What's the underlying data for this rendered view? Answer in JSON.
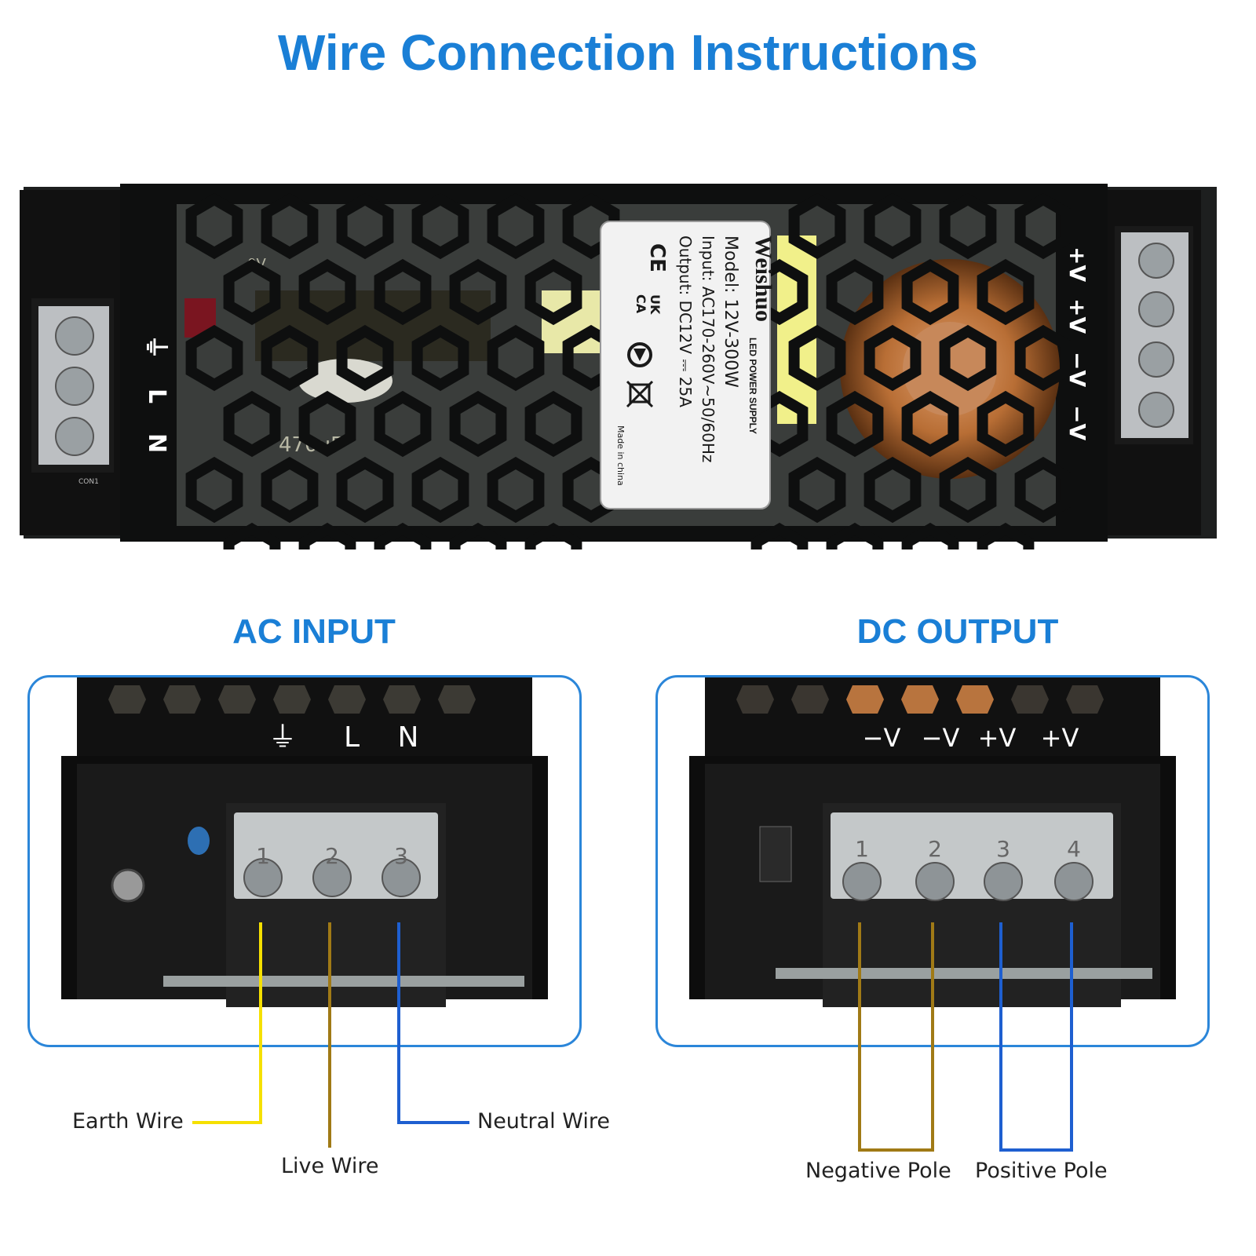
{
  "title": "Wire Connection Instructions",
  "colors": {
    "accent": "#1a7fd6",
    "panel_border": "#2b86d9",
    "earth_wire": "#f5e000",
    "live_wire": "#a07a16",
    "neutral_wire": "#1e5fd0",
    "negative_wire": "#a07a16",
    "positive_wire": "#1e5fd0"
  },
  "device": {
    "label": {
      "brand": "Weishuo",
      "product": "LED POWER SUPPLY",
      "model": "Model: 12V-300W",
      "input": "Input: AC170-260V~50/60Hz",
      "output": "Output: DC12V ⎓ 25A",
      "ce": "CE",
      "ukca_top": "UK",
      "ukca_bottom": "CA",
      "made_in": "Made in china"
    },
    "ac_terminals": [
      "⏚",
      "L",
      "N"
    ],
    "dc_terminals": [
      "−V",
      "−V",
      "+V",
      "+V"
    ],
    "pcb": {
      "con_label": "CON1",
      "voltage_text": "0V",
      "cap_text": "470uF"
    }
  },
  "ac_input": {
    "title": "AC INPUT",
    "marks": [
      "⏚",
      "L",
      "N"
    ],
    "terminal_numbers": [
      "1",
      "2",
      "3"
    ],
    "labels": {
      "earth": "Earth Wire",
      "live": "Live Wire",
      "neutral": "Neutral Wire"
    }
  },
  "dc_output": {
    "title": "DC OUTPUT",
    "marks": [
      "−V",
      "−V",
      "+V",
      "+V"
    ],
    "terminal_numbers": [
      "1",
      "2",
      "3",
      "4"
    ],
    "labels": {
      "negative": "Negative Pole",
      "positive": "Positive Pole"
    }
  }
}
